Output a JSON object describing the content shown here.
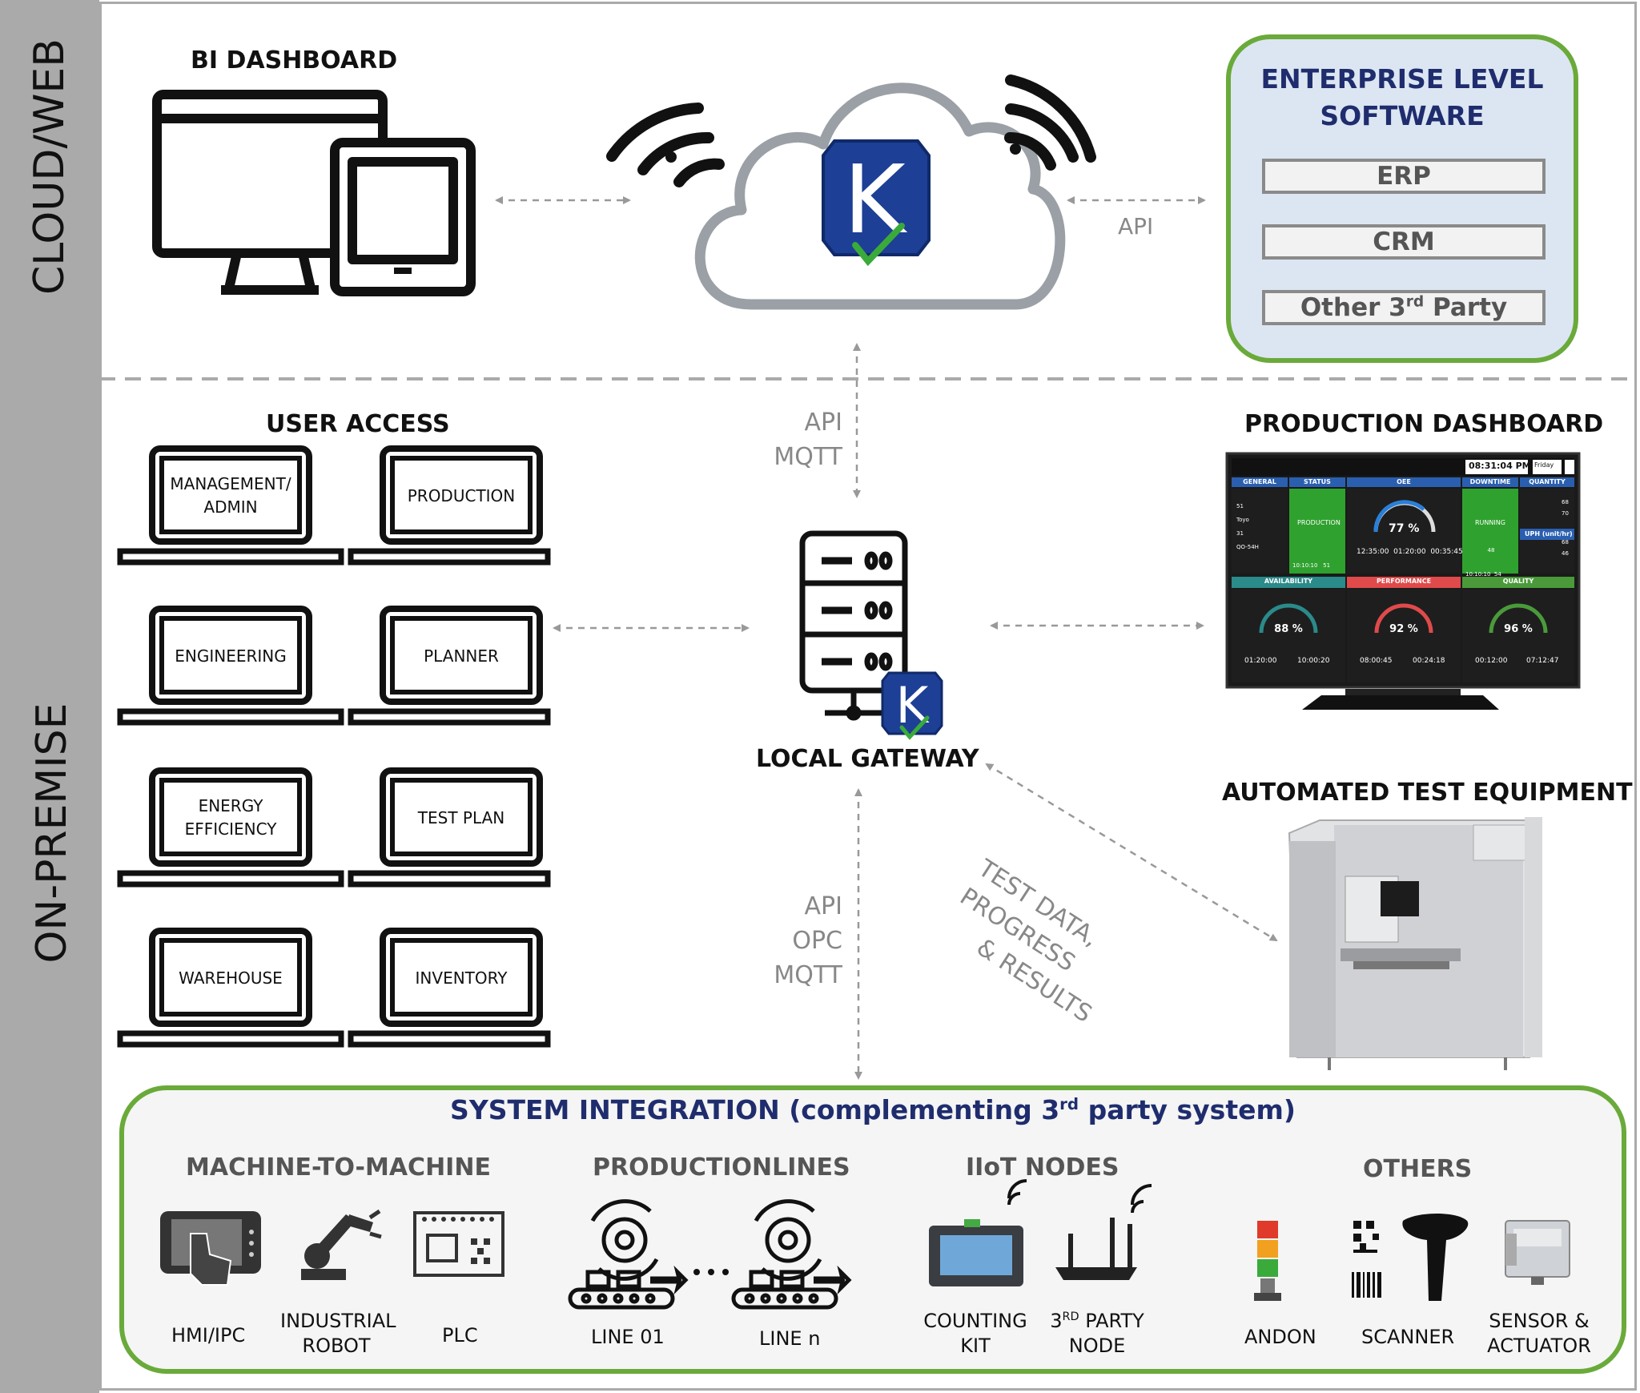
{
  "sections": {
    "cloud": "CLOUD/WEB",
    "on_premise": "ON-PREMISE"
  },
  "cloud": {
    "bi_dashboard": "BI DASHBOARD",
    "api": "API",
    "logo_letter": "K"
  },
  "enterprise": {
    "title_line1": "ENTERPRISE LEVEL",
    "title_line2": "SOFTWARE",
    "items": [
      "ERP",
      "CRM",
      "Other 3"
    ],
    "other_sup": "rd",
    "other_suffix": " Party"
  },
  "user_access": {
    "title": "USER ACCESS",
    "laptops": [
      {
        "line1": "MANAGEMENT/",
        "line2": "ADMIN"
      },
      {
        "line1": "PRODUCTION",
        "line2": ""
      },
      {
        "line1": "ENGINEERING",
        "line2": ""
      },
      {
        "line1": "PLANNER",
        "line2": ""
      },
      {
        "line1": "ENERGY",
        "line2": "EFFICIENCY"
      },
      {
        "line1": "TEST PLAN",
        "line2": ""
      },
      {
        "line1": "WAREHOUSE",
        "line2": ""
      },
      {
        "line1": "INVENTORY",
        "line2": ""
      }
    ]
  },
  "gateway": {
    "title": "LOCAL GATEWAY",
    "upper_protocols": [
      "API",
      "MQTT"
    ],
    "lower_protocols": [
      "API",
      "OPC",
      "MQTT"
    ]
  },
  "production_dashboard": {
    "title": "PRODUCTION DASHBOARD",
    "clock": "08:31:04",
    "ampm": "PM",
    "day": "Friday",
    "headers": [
      "GENERAL",
      "STATUS",
      "OEE",
      "DOWNTIME",
      "QUANTITY"
    ],
    "status": "PRODUCTION",
    "downtime_status": "RUNNING",
    "oee": "77 %",
    "oee_times": [
      "12:35:00",
      "01:20:00",
      "00:35:45"
    ],
    "uph": "UPH (unit/hr)",
    "general_values": [
      "51",
      "Toyo",
      "31",
      "QO-54H"
    ],
    "status_times": [
      "10:10:10",
      "51"
    ],
    "downtime_values": [
      "48",
      "10:10:10",
      "54"
    ],
    "quantity_values": [
      "68",
      "70",
      "68",
      "46"
    ],
    "gauges": [
      {
        "label": "AVAILABILITY",
        "value": "88 %",
        "t1": "01:20:00",
        "t2": "10:00:20",
        "color": "#2b8a8a"
      },
      {
        "label": "PERFORMANCE",
        "value": "92 %",
        "t1": "08:00:45",
        "t2": "00:24:18",
        "color": "#e04a4a"
      },
      {
        "label": "QUALITY",
        "value": "96 %",
        "t1": "00:12:00",
        "t2": "07:12:47",
        "color": "#4a9a3a"
      }
    ]
  },
  "ate": {
    "title": "AUTOMATED TEST EQUIPMENT",
    "flow_line1": "TEST DATA, PROGRESS",
    "flow_line2": "& RESULTS"
  },
  "integration": {
    "title_pre": "SYSTEM INTEGRATION (complementing 3",
    "title_sup": "rd",
    "title_post": " party system)",
    "categories": [
      "MACHINE-TO-MACHINE",
      "PRODUCTIONLINES",
      "IIoT NODES",
      "OTHERS"
    ],
    "m2m": [
      "HMI/IPC",
      "INDUSTRIAL",
      "ROBOT",
      "PLC"
    ],
    "lines": [
      "LINE 01",
      "LINE n"
    ],
    "iiot": [
      "COUNTING",
      "KIT",
      "3",
      "RD",
      " PARTY",
      "NODE"
    ],
    "others": [
      "ANDON",
      "SCANNER",
      "SENSOR &",
      "ACTUATOR"
    ]
  },
  "colors": {
    "green_border": "#6aaa3a",
    "enterprise_fill": "#dce6f2",
    "navy": "#1f2d6e",
    "logo_blue": "#1d3f95",
    "check_green": "#3aaa3a"
  }
}
